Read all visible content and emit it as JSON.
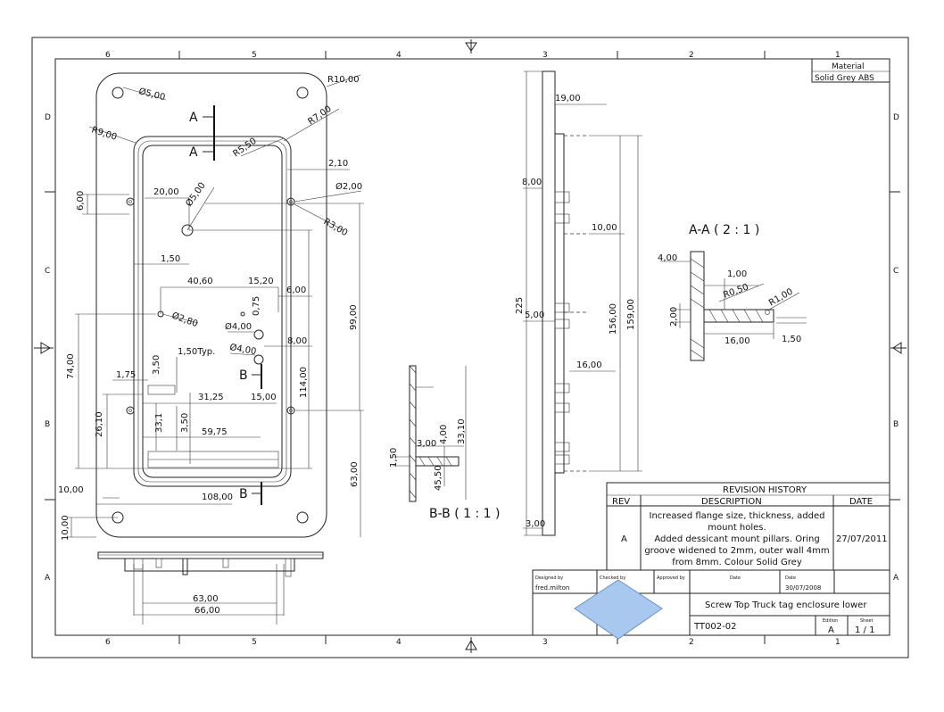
{
  "border": {
    "zones_top": [
      "6",
      "5",
      "4",
      "3",
      "2",
      "1"
    ],
    "zones_bottom": [
      "6",
      "5",
      "4",
      "3",
      "2",
      "1"
    ],
    "zones_left": [
      "D",
      "C",
      "B",
      "A"
    ],
    "zones_right": [
      "D",
      "C",
      "B",
      "A"
    ]
  },
  "material": {
    "label": "Material",
    "value": "Solid Grey ABS"
  },
  "top_view_dims": {
    "r10": "R10,00",
    "d5": "Ø5,00",
    "r9": "R9,00",
    "r7": "R7,00",
    "r5_5": "R5,50",
    "d5_inner": "Ø5,00",
    "d2": "Ø2,00",
    "r3": "R3,00",
    "d20": "20,00",
    "d2_10": "2,10",
    "d6_left": "6,00",
    "d1_50": "1,50",
    "d40_60": "40,60",
    "d15_20": "15,20",
    "d6_00": "6,00",
    "d0_75": "0,75",
    "d2_80": "Ø2,80",
    "d4_a": "Ø4,00",
    "d4_b": "Ø4,00",
    "d8": "8,00",
    "d1_50typ": "1,50Typ.",
    "d3_50": "3,50",
    "d1_75": "1,75",
    "d31_25": "31,25",
    "d15": "15,00",
    "d74": "74,00",
    "d26_10": "26,10",
    "d33_1": "33,1",
    "d3_50b": "3,50",
    "d59_75": "59,75",
    "d99": "99,00",
    "d114": "114,00",
    "d63": "63,00",
    "d10": "10,00",
    "d108": "108,00",
    "d10_v": "10,00",
    "d63_bottom": "63,00",
    "d66": "66,00"
  },
  "section_labels": {
    "a1": "A",
    "a2": "A",
    "b1": "B",
    "b2": "B"
  },
  "side_view_dims": {
    "d19": "19,00",
    "d8": "8,00",
    "d10": "10,00",
    "d156": "156,00",
    "d159": "159,00",
    "d225": "225",
    "d5": "5,00",
    "d16": "16,00",
    "d3": "3,00"
  },
  "section_aa": {
    "title": "A-A ( 2 : 1 )",
    "d4": "4,00",
    "d1": "1,00",
    "r0_5": "R0,50",
    "r1": "R1,00",
    "d2": "2,00",
    "d16": "16,00",
    "d1_50": "1,50"
  },
  "section_bb": {
    "title": "B-B ( 1 : 1 )",
    "d1_50": "1,50",
    "d3": "3,00",
    "d4": "4,00",
    "d33_10": "33,10",
    "d45_50": "45,50"
  },
  "revision_history": {
    "title": "REVISION HISTORY",
    "headers": [
      "REV",
      "DESCRIPTION",
      "DATE"
    ],
    "row": {
      "rev": "A",
      "description_lines": [
        "Increased flange size, thickness, added",
        "mount holes.",
        "Added dessicant mount pillars. Oring",
        "groove widened to 2mm, outer wall 4mm",
        "from 8mm. Colour Solid Grey"
      ],
      "date": "27/07/2011"
    }
  },
  "title_block": {
    "designed_by_label": "Designed by",
    "designed_by": "fred.milton",
    "checked_by_label": "Checked by",
    "approved_by_label": "Approved by",
    "date_label": "Date",
    "date_label2": "Date",
    "date": "30/07/2008",
    "title": "Screw Top Truck tag enclosure lower",
    "part_no": "TT002-02",
    "edition_label": "Edition",
    "edition": "A",
    "sheet_label": "Sheet",
    "sheet": "1 / 1"
  },
  "colors": {
    "overlay_diamond": "#a8c8f0",
    "overlay_stroke": "#6a8fc0"
  }
}
